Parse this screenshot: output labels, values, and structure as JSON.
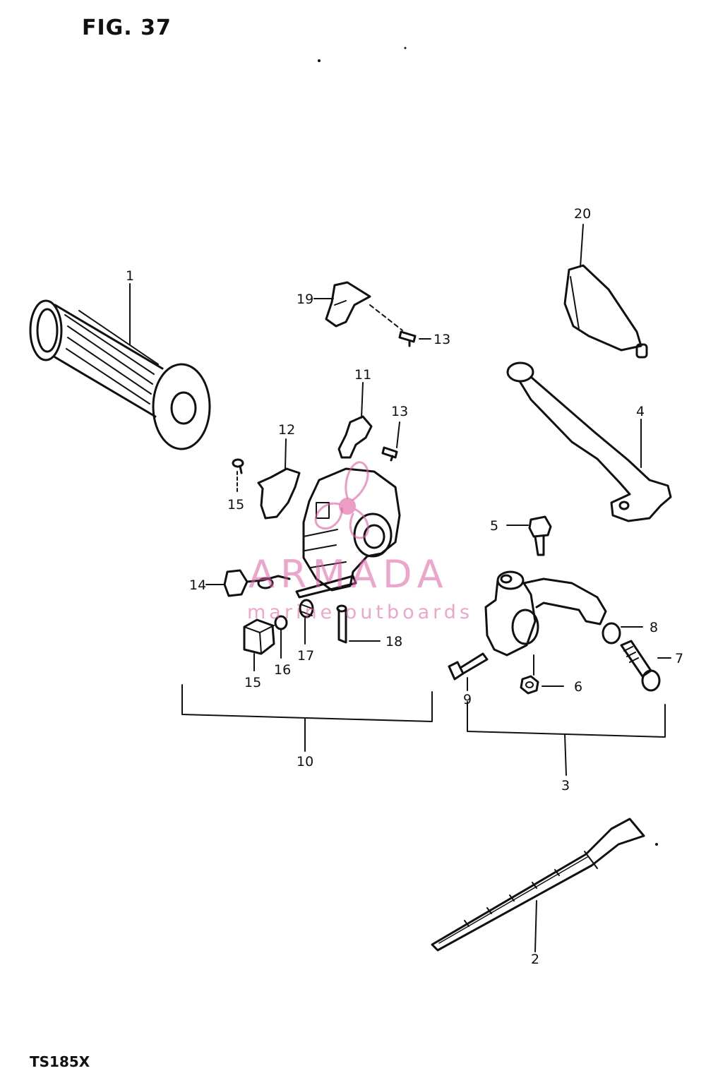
{
  "figure_title": "FIG. 37",
  "model": "TS185X",
  "watermark": {
    "brand": "ARMADA",
    "tagline": "marine outboards"
  },
  "callouts": {
    "c1": "1",
    "c2": "2",
    "c3": "3",
    "c4": "4",
    "c5": "5",
    "c6": "6",
    "c7": "7",
    "c8": "8",
    "c9": "9",
    "c10": "10",
    "c11": "11",
    "c12": "12",
    "c13a": "13",
    "c13b": "13",
    "c14": "14",
    "c15a": "15",
    "c15b": "15",
    "c16": "16",
    "c17": "17",
    "c18": "18",
    "c19": "19",
    "c20": "20"
  },
  "colors": {
    "ink": "#111111",
    "watermark": "#dd5ca0",
    "background": "#ffffff"
  }
}
